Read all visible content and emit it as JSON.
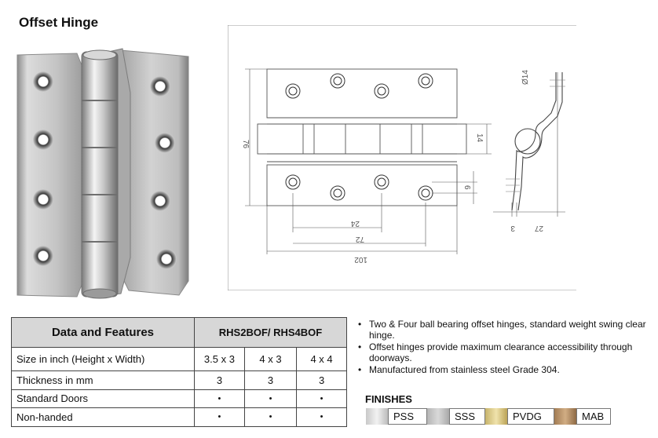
{
  "title": "Offset Hinge",
  "drawing": {
    "dim_height": "76",
    "dim_knuckle": "14",
    "dim_hole_offset": "6",
    "dim_24": "24",
    "dim_72": "72",
    "dim_102": "102",
    "dim_diameter": "Ø14",
    "dim_27": "27",
    "dim_3": "3"
  },
  "table": {
    "header_features": "Data and Features",
    "header_models": "RHS2BOF/ RHS4BOF",
    "rows": [
      {
        "label": "Size in inch (Height x Width)",
        "v1": "3.5 x 3",
        "v2": "4 x 3",
        "v3": "4 x 4"
      },
      {
        "label": "Thickness in mm",
        "v1": "3",
        "v2": "3",
        "v3": "3"
      },
      {
        "label": "Standard Doors",
        "v1": "•",
        "v2": "•",
        "v3": "•"
      },
      {
        "label": "Non-handed",
        "v1": "•",
        "v2": "•",
        "v3": "•"
      }
    ]
  },
  "features": [
    "Two & Four ball bearing offset hinges, standard weight swing clear hinge.",
    "Offset hinges provide maximum clearance accessibility through  doorways.",
    "Manufactured from stainless steel Grade 304."
  ],
  "finishes": {
    "title": "FINISHES",
    "items": [
      {
        "label": "PSS",
        "color": "#e2e2e2"
      },
      {
        "label": "SSS",
        "color": "#c4c4c4"
      },
      {
        "label": "PVDG",
        "color": "#dccb85"
      },
      {
        "label": "MAB",
        "color": "#b48c63"
      }
    ]
  }
}
